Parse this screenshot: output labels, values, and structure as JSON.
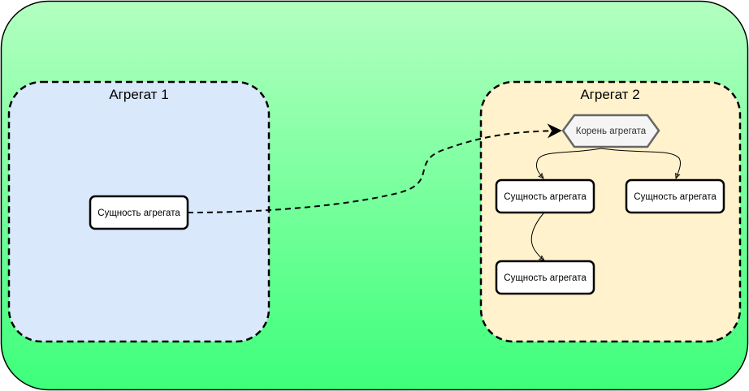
{
  "diagram": {
    "background_gradient": {
      "top": "#b3ffc0",
      "bottom": "#3dff7a"
    },
    "aggregates": [
      {
        "id": "aggregate-1",
        "title": "Агрегат  1",
        "fill": "#dae8fc",
        "entities": [
          {
            "id": "a1-entity",
            "label": "Сущность агрегата"
          }
        ]
      },
      {
        "id": "aggregate-2",
        "title": "Агрегат  2",
        "fill": "#fff2cc",
        "root": {
          "id": "a2-root",
          "label": "Корень агрегата",
          "fill": "#f5f5f5",
          "stroke": "#666666"
        },
        "entities": [
          {
            "id": "a2-entity-left",
            "label": "Сущность агрегата"
          },
          {
            "id": "a2-entity-right",
            "label": "Сущность агрегата"
          },
          {
            "id": "a2-entity-bottom",
            "label": "Сущность агрегата"
          }
        ]
      }
    ],
    "edges": [
      {
        "from": "a1-entity",
        "to": "a2-root",
        "style": "dashed",
        "meaning": "reference"
      },
      {
        "from": "a2-root",
        "to": "a2-entity-left",
        "style": "solid"
      },
      {
        "from": "a2-root",
        "to": "a2-entity-right",
        "style": "solid"
      },
      {
        "from": "a2-entity-left",
        "to": "a2-entity-bottom",
        "style": "solid"
      }
    ]
  }
}
